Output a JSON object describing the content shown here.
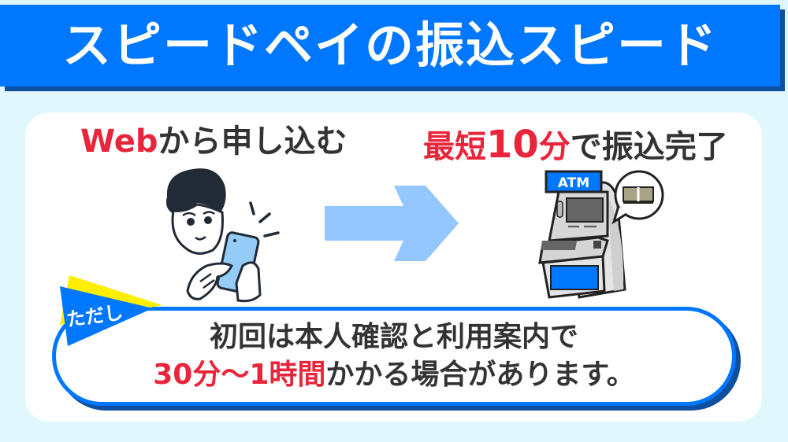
{
  "header": {
    "title": "スピードペイの振込スピード"
  },
  "steps": {
    "left": {
      "highlight": "Web",
      "rest": "から申し込む",
      "illustration": "person-with-smartphone"
    },
    "arrow": {
      "icon": "arrow-right-icon"
    },
    "right": {
      "highlight_prefix": "最短",
      "highlight_number": "10",
      "highlight_unit": "分",
      "rest": "で振込完了",
      "illustration": "atm-with-cash",
      "atm_sign": "ATM"
    }
  },
  "notice": {
    "tag": "ただし",
    "line1": "初回は本人確認と利用案内で",
    "line2_highlight": "30分～1時間",
    "line2_rest": "かかる場合があります。"
  },
  "colors": {
    "background": "#e0f7fe",
    "brand_blue": "#0077ff",
    "shadow_blue": "#0d4fa0",
    "accent_red": "#e8253a",
    "text_dark": "#333333",
    "arrow_light_blue": "#94c6ff",
    "tag_yellow": "#ffee00"
  }
}
